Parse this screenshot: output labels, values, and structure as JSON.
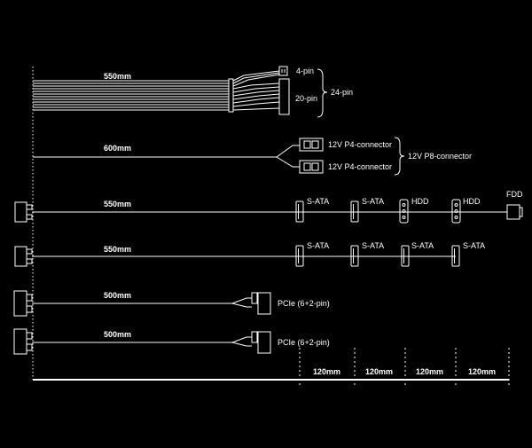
{
  "theme": {
    "background": "#000000",
    "foreground": "#ffffff"
  },
  "cables": {
    "atx": {
      "length": "550mm",
      "pin4": "4-pin",
      "pin20": "20-pin",
      "group": "24-pin"
    },
    "cpu": {
      "length": "600mm",
      "conn_top": "12V P4-connector",
      "conn_bottom": "12V P4-connector",
      "group": "12V P8-connector"
    },
    "sata_hdd": {
      "length": "550mm",
      "labels": [
        "S-ATA",
        "S-ATA",
        "HDD",
        "HDD"
      ],
      "end": "FDD"
    },
    "sata": {
      "length": "550mm",
      "labels": [
        "S-ATA",
        "S-ATA",
        "S-ATA",
        "S-ATA"
      ]
    },
    "pcie1": {
      "length": "500mm",
      "label": "PCIe (6+2-pin)"
    },
    "pcie2": {
      "length": "500mm",
      "label": "PCIe (6+2-pin)"
    }
  },
  "spacing": {
    "labels": [
      "120mm",
      "120mm",
      "120mm",
      "120mm"
    ]
  }
}
